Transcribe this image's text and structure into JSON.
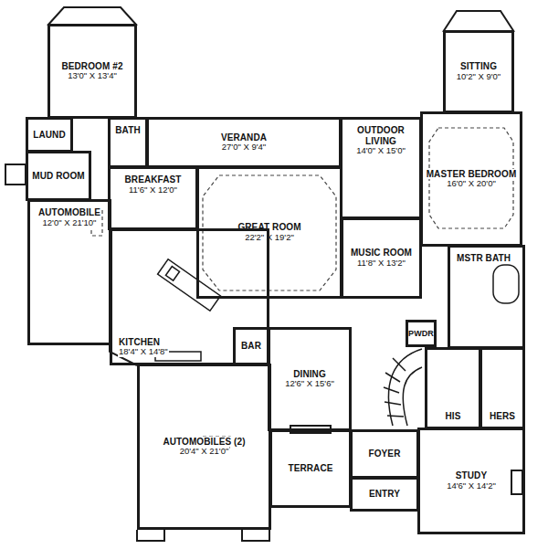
{
  "diagram": {
    "nodes": [
      {
        "text": [
          "BEDROOM #2",
          "13'0\" X 13'4\""
        ]
      },
      {
        "text": [
          "SITTING",
          "10'2\" X 9'0\""
        ]
      },
      {
        "text": [
          "LAUND"
        ]
      },
      {
        "text": [
          "BATH"
        ]
      },
      {
        "text": [
          "VERANDA",
          "27'0\" X 9'4\""
        ]
      },
      {
        "text": [
          "MASTER BEDROOM",
          "16'0\" X 20'0\""
        ]
      },
      {
        "text": [
          "OUTDOOR LIVING",
          "14'0\" X 15'0\""
        ]
      },
      {
        "text": [
          "MUD ROOM"
        ]
      },
      {
        "text": [
          "BREAKFAST",
          "11'6\" X 12'0\""
        ]
      },
      {
        "text": [
          "GREAT ROOM",
          "22'2\" X 19'2\""
        ]
      },
      {
        "text": [
          "AUTOMOBILE",
          "12'0\" X 21'10\""
        ]
      },
      {
        "text": [
          "MUSIC ROOM",
          "11'8\" X 13'2\""
        ]
      },
      {
        "text": [
          "MSTR BATH"
        ]
      },
      {
        "text": [
          "KITCHEN",
          "18'4\" X 14'8\""
        ]
      },
      {
        "text": [
          "PWDR"
        ]
      },
      {
        "text": [
          "BAR"
        ]
      },
      {
        "text": [
          "DINING",
          "12'6\" X 15'6\""
        ]
      },
      {
        "text": [
          "HIS"
        ]
      },
      {
        "text": [
          "HERS"
        ]
      },
      {
        "text": [
          "FOYER"
        ]
      },
      {
        "text": [
          "AUTOMOBILES (2)",
          "20'4\" X 21'0\""
        ]
      },
      {
        "text": [
          "TERRACE"
        ]
      },
      {
        "text": [
          "STUDY",
          "14'6\" X 14'2\""
        ]
      },
      {
        "text": [
          "ENTRY"
        ]
      }
    ]
  }
}
